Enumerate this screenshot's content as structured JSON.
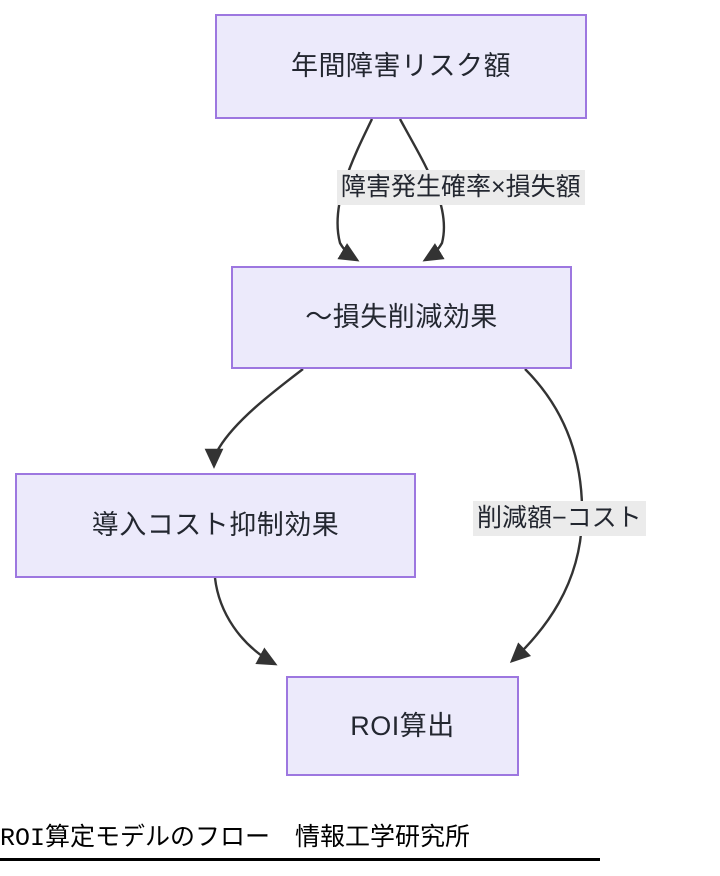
{
  "diagram": {
    "type": "flowchart",
    "direction": "top-to-bottom",
    "nodes": [
      {
        "id": "risk",
        "label": "年間障害リスク額"
      },
      {
        "id": "loss",
        "label": "〜損失削減効果"
      },
      {
        "id": "cost",
        "label": "導入コスト抑制効果"
      },
      {
        "id": "roi",
        "label": "ROI算出"
      }
    ],
    "edge_labels": {
      "probability": "障害発生確率×損失額",
      "net": "削減額−コスト"
    },
    "edges": [
      {
        "from": "risk",
        "to": "loss",
        "label": "障害発生確率×損失額"
      },
      {
        "from": "risk",
        "to": "loss",
        "label": ""
      },
      {
        "from": "loss",
        "to": "cost",
        "label": ""
      },
      {
        "from": "loss",
        "to": "roi",
        "label": "削減額−コスト"
      },
      {
        "from": "cost",
        "to": "roi",
        "label": ""
      }
    ],
    "colors": {
      "node_fill": "#ECEAFB",
      "node_border": "#9D77E0",
      "node_text": "#232730",
      "edge_stroke": "#333333",
      "edge_label_bg": "#EBEBEB",
      "caption_text": "#000000",
      "background": "#FFFFFF"
    }
  },
  "caption": {
    "text": "ROI算定モデルのフロー　情報工学研究所"
  }
}
